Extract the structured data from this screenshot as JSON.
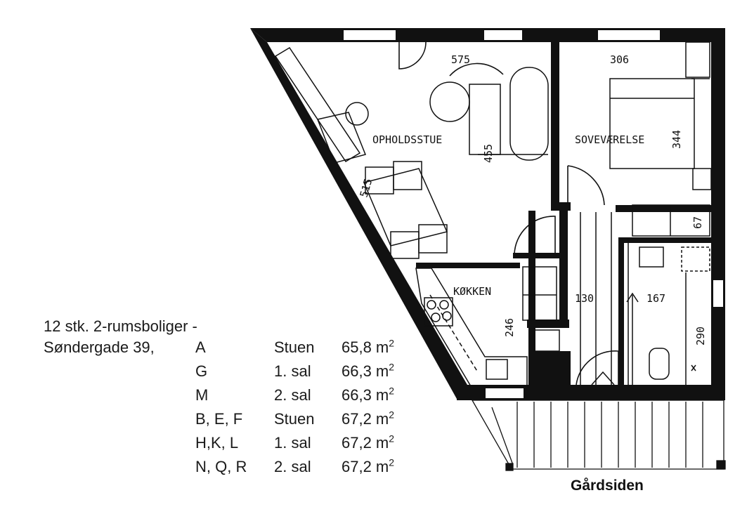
{
  "listing": {
    "title": "12 stk. 2-rumsboliger -",
    "address": "Søndergade 39,",
    "units": [
      {
        "unit": "A",
        "floor": "Stuen",
        "area": "65,8 m",
        "unit_sup": "2"
      },
      {
        "unit": "G",
        "floor": "1. sal",
        "area": "66,3 m",
        "unit_sup": "2"
      },
      {
        "unit": "M",
        "floor": "2. sal",
        "area": "66,3 m",
        "unit_sup": "2"
      },
      {
        "unit": "B, E, F",
        "floor": "Stuen",
        "area": "67,2 m",
        "unit_sup": "2"
      },
      {
        "unit": "H,K, L",
        "floor": "1. sal",
        "area": "67,2 m",
        "unit_sup": "2"
      },
      {
        "unit": "N, Q, R",
        "floor": "2. sal",
        "area": "67,2 m",
        "unit_sup": "2"
      }
    ]
  },
  "rooms": {
    "living": "OPHOLDSSTUE",
    "bedroom": "SOVEVÆRELSE",
    "kitchen": "KØKKEN"
  },
  "dimensions": {
    "living_width": "575",
    "living_depth": "455",
    "dining": "515",
    "bedroom_width": "306",
    "bedroom_depth": "344",
    "wardrobe": "67",
    "hall": "130",
    "bath_width": "167",
    "bath_depth": "290",
    "kitchen": "246"
  },
  "courtyard_label": "Gårdsiden",
  "colors": {
    "ink": "#111111",
    "paper": "#ffffff"
  }
}
